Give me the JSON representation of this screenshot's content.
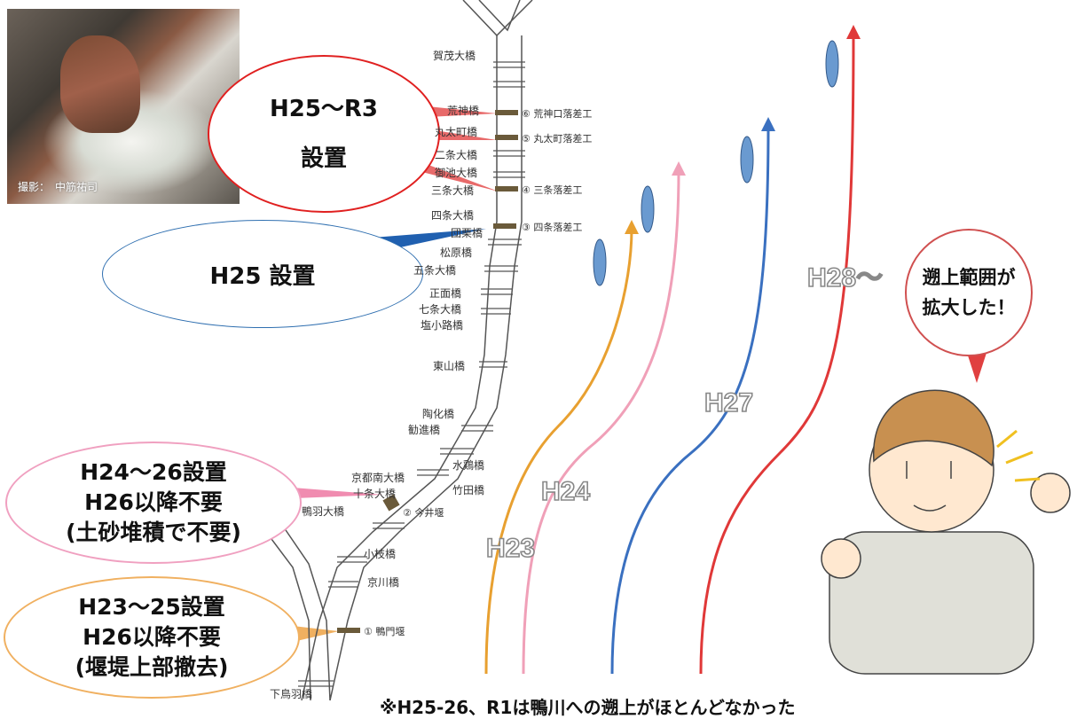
{
  "photo": {
    "caption": "撮影：　中筋祐司"
  },
  "bubbles": {
    "h25_r3": {
      "line1": "H25～R3",
      "line2": "設置"
    },
    "h25": {
      "text": "H25 設置"
    },
    "h24_26": {
      "line1": "H24～26設置",
      "line2": "H26以降不要",
      "line3": "(土砂堆積で不要)"
    },
    "h23_25": {
      "line1": "H23～25設置",
      "line2": "H26以降不要",
      "line3": "(堰堤上部撤去)"
    },
    "expanded": {
      "line1": "遡上範囲が",
      "line2": "拡大した！"
    }
  },
  "bridges": [
    "賀茂大橋",
    "荒神橋",
    "丸太町橋",
    "二条大橋",
    "御池大橋",
    "三条大橋",
    "四条大橋",
    "団栗橋",
    "松原橋",
    "五条大橋",
    "正面橋",
    "七条大橋",
    "塩小路橋",
    "東山橋",
    "陶化橋",
    "勧進橋",
    "水鶏橋",
    "京都南大橋",
    "竹田橋",
    "十条大橋",
    "鴨羽大橋",
    "小枝橋",
    "京川橋",
    "下鳥羽橋"
  ],
  "weirs": [
    "⑥ 荒神口落差工",
    "⑤ 丸太町落差工",
    "④ 三条落差工",
    "③ 四条落差工",
    "② 今井堰",
    "① 鴨門堰"
  ],
  "years": [
    "H23",
    "H24",
    "H27",
    "H28～"
  ],
  "colors": {
    "h23": "#e8a030",
    "h24": "#f0a0b8",
    "h27": "#3a70c0",
    "h28": "#e03838",
    "bubble_red": "#e02020",
    "bubble_blue": "#2f6fb0",
    "bubble_pink": "#f0a0c0",
    "bubble_orange": "#f0b060"
  },
  "footnote": "※H25-26、R1は鴨川への遡上がほとんどなかった"
}
